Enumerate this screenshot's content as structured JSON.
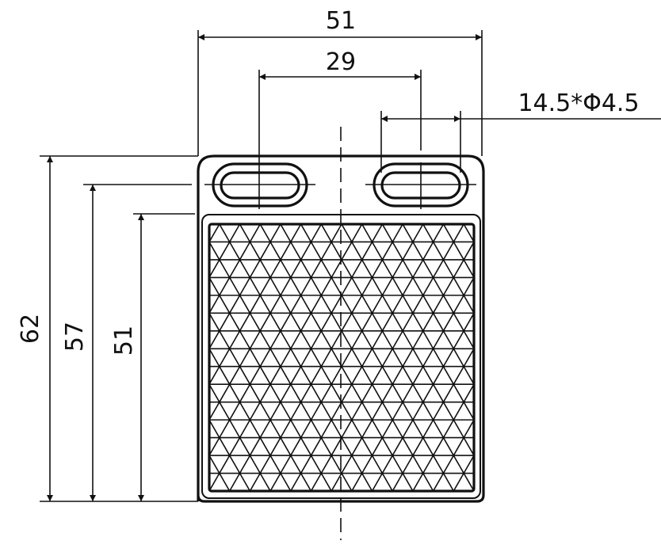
{
  "drawing": {
    "dimensions": {
      "overall_width": "51",
      "hole_spacing": "29",
      "slot_spec": "14.5*Φ4.5",
      "overall_height": "62",
      "hole_to_bottom": "57",
      "reflector_height": "51"
    },
    "reflector_pattern": {
      "rows": 15,
      "columns": 13
    },
    "colors": {
      "line": "#111111",
      "background": "#ffffff"
    }
  }
}
